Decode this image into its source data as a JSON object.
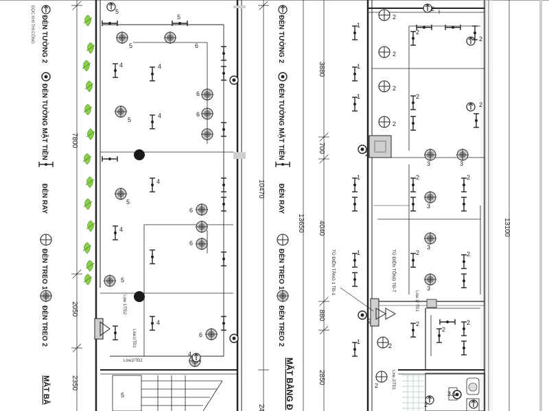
{
  "legend_left": {
    "note": "ĐỌC KHI THI CÔNG",
    "items": [
      "ĐÈN TƯỜNG 2",
      "ĐÈN TƯỜNG MẶT TIỀN",
      "ĐÈN RAY",
      "ĐÈN TREO 1",
      "ĐÈN TREO 2"
    ],
    "title": "MẶT BẰ"
  },
  "legend_right": {
    "items": [
      "ĐÈN TƯỜNG 2",
      "ĐÈN TƯỜNG MẶT TIỀN",
      "ĐÈN RAY",
      "ĐÈN TREO 1",
      "ĐÈN TREO 2"
    ],
    "title": "MẶT BẰNG Đ"
  },
  "dims_left": [
    "7800",
    "2050",
    "2350"
  ],
  "dims_middle": [
    "10470",
    "13650",
    "24"
  ],
  "dims_right": [
    "3880",
    "700",
    "4040",
    "880",
    "2850"
  ],
  "dims_far_right": [
    "13100"
  ],
  "panel_labels": [
    "TỦ ĐIỆN TẦNG 1 TĐ-1",
    "TỦ ĐIỆN TỔNG TĐ-T"
  ],
  "line_labels": [
    "Line1/TĐ1",
    "Line2/TĐ2",
    "Line 1/ TĐ1",
    "Line 2/TĐ1",
    "Line 1/TĐ2"
  ],
  "circuit_numbers": [
    "1",
    "2",
    "3",
    "4",
    "5",
    "6",
    "3.1"
  ],
  "icon_colors": {
    "line": "#222222",
    "dim": "#333333",
    "plant": "#7cc242",
    "pendant_fill": "#9a9a9a",
    "blob": "#1a1a1a"
  }
}
